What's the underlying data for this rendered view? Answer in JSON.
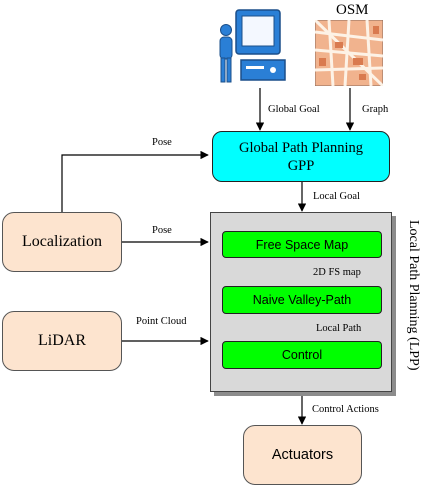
{
  "nodes": {
    "osm_label": "OSM",
    "gpp_line1": "Global Path Planning",
    "gpp_line2": "GPP",
    "localization": "Localization",
    "lidar": "LiDAR",
    "actuators": "Actuators",
    "lpp_group": "Local Path Planning (LPP)",
    "free_space_map": "Free Space Map",
    "naive_valley_path": "Naive Valley-Path",
    "control": "Control"
  },
  "edges": {
    "global_goal": "Global Goal",
    "graph": "Graph",
    "pose_to_gpp": "Pose",
    "local_goal": "Local Goal",
    "pose_to_lpp": "Pose",
    "point_cloud": "Point Cloud",
    "fs_map_2d": "2D FS map",
    "local_path": "Local Path",
    "control_actions": "Control Actions"
  },
  "colors": {
    "gpp_fill": "#00ffff",
    "module_fill": "#00ff00",
    "io_fill": "#fde4cf",
    "group_fill": "#d9d9d9"
  }
}
